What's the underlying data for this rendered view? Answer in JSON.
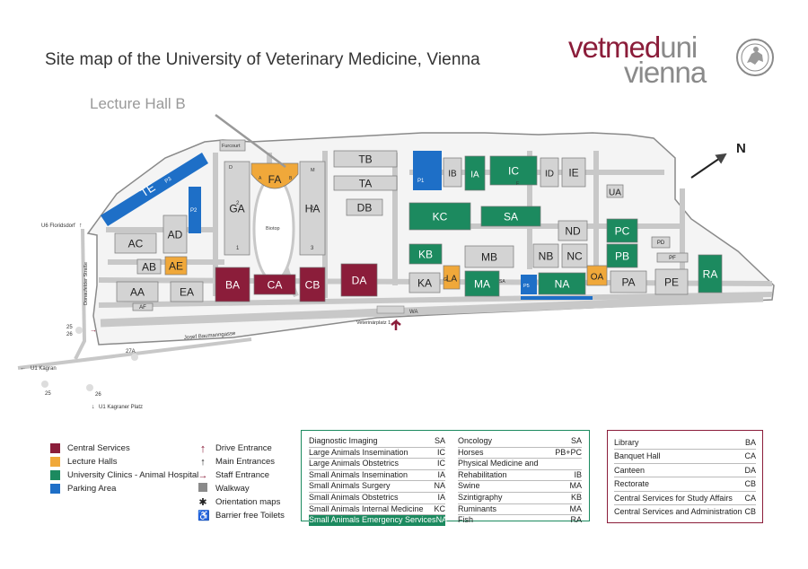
{
  "page": {
    "title": "Site map of the University of Veterinary Medicine, Vienna",
    "logo_part1": "vetmed",
    "logo_part2": "uni",
    "logo_part3": "vienna",
    "callout": "Lecture Hall B",
    "north": "N"
  },
  "colors": {
    "central": "#8b1d3a",
    "lecture": "#f0a83a",
    "clinic": "#1c8a5f",
    "parking": "#1e6fc7",
    "walkway": "#c8c8c8",
    "building": "#d3d3d3",
    "drive": "#8b1d3a"
  },
  "buildings": [
    {
      "id": "b-ac",
      "label": "AC",
      "type": "building"
    },
    {
      "id": "b-ad",
      "label": "AD",
      "type": "building"
    },
    {
      "id": "b-ab",
      "label": "AB",
      "type": "building"
    },
    {
      "id": "b-ae",
      "label": "AE",
      "type": "lecture"
    },
    {
      "id": "b-aa",
      "label": "AA",
      "type": "building"
    },
    {
      "id": "b-ea",
      "label": "EA",
      "type": "building"
    },
    {
      "id": "b-af",
      "label": "AF",
      "type": "building"
    },
    {
      "id": "b-ga",
      "label": "GA",
      "type": "building"
    },
    {
      "id": "b-fa",
      "label": "FA",
      "type": "lecture"
    },
    {
      "id": "b-ha",
      "label": "HA",
      "type": "building"
    },
    {
      "id": "b-ba",
      "label": "BA",
      "type": "central"
    },
    {
      "id": "b-ca",
      "label": "CA",
      "type": "central"
    },
    {
      "id": "b-cb",
      "label": "CB",
      "type": "central"
    },
    {
      "id": "b-da",
      "label": "DA",
      "type": "central"
    },
    {
      "id": "b-tb",
      "label": "TB",
      "type": "building"
    },
    {
      "id": "b-ta",
      "label": "TA",
      "type": "building"
    },
    {
      "id": "b-db",
      "label": "DB",
      "type": "building"
    },
    {
      "id": "b-ib",
      "label": "IB",
      "type": "building"
    },
    {
      "id": "b-ia",
      "label": "IA",
      "type": "clinic"
    },
    {
      "id": "b-ic",
      "label": "IC",
      "type": "clinic"
    },
    {
      "id": "b-id",
      "label": "ID",
      "type": "building"
    },
    {
      "id": "b-ie",
      "label": "IE",
      "type": "building"
    },
    {
      "id": "b-kc",
      "label": "KC",
      "type": "clinic"
    },
    {
      "id": "b-sa",
      "label": "SA",
      "type": "clinic"
    },
    {
      "id": "b-kb",
      "label": "KB",
      "type": "clinic"
    },
    {
      "id": "b-mb",
      "label": "MB",
      "type": "building"
    },
    {
      "id": "b-ka",
      "label": "KA",
      "type": "building"
    },
    {
      "id": "b-la",
      "label": "LA",
      "type": "lecture"
    },
    {
      "id": "b-ma",
      "label": "MA",
      "type": "clinic"
    },
    {
      "id": "b-nd",
      "label": "ND",
      "type": "building"
    },
    {
      "id": "b-nb",
      "label": "NB",
      "type": "building"
    },
    {
      "id": "b-nc",
      "label": "NC",
      "type": "building"
    },
    {
      "id": "b-na",
      "label": "NA",
      "type": "clinic"
    },
    {
      "id": "b-oa",
      "label": "OA",
      "type": "lecture"
    },
    {
      "id": "b-pc",
      "label": "PC",
      "type": "clinic"
    },
    {
      "id": "b-pb",
      "label": "PB",
      "type": "clinic"
    },
    {
      "id": "b-pa",
      "label": "PA",
      "type": "building"
    },
    {
      "id": "b-pe",
      "label": "PE",
      "type": "building"
    },
    {
      "id": "b-ra",
      "label": "RA",
      "type": "clinic"
    },
    {
      "id": "b-ua",
      "label": "UA",
      "type": "building"
    },
    {
      "id": "b-pd",
      "label": "PD",
      "type": "building"
    },
    {
      "id": "b-pf",
      "label": "PF",
      "type": "building"
    }
  ],
  "parking": [
    {
      "id": "p-p1",
      "label": "P1"
    },
    {
      "id": "p-p2",
      "label": "P2"
    },
    {
      "id": "p-p3",
      "label": "P3"
    },
    {
      "id": "p-p5",
      "label": "P5"
    }
  ],
  "map_labels": {
    "te": "TE",
    "furcourt": "Furcourt",
    "biotop": "Biotop",
    "u6": "U6 Floridsdorf",
    "donau": "Donaufelder Straße",
    "josef": "Josef Baumanngasse",
    "u1k": "U1 Kagran",
    "u1kp": "U1 Kagraner Platz",
    "veterinaer": "Veterinärplatz 1",
    "wa": "WA",
    "bus25a": "25",
    "bus26a": "26",
    "bus27a": "27A",
    "bus25b": "25",
    "bus26b": "26",
    "ga2": "2",
    "ga1": "1",
    "ha2": "2",
    "ha3": "3",
    "d": "D",
    "m": "M",
    "a": "A",
    "b": "B",
    "f": "F",
    "g": "G",
    "sa_small": "SA"
  },
  "legend_colors": [
    {
      "label": "Central Services",
      "color": "#8b1d3a"
    },
    {
      "label": "Lecture Halls",
      "color": "#f0a83a"
    },
    {
      "label": "University Clinics - Animal Hospital",
      "color": "#1c8a5f"
    },
    {
      "label": "Parking Area",
      "color": "#1e6fc7"
    }
  ],
  "legend_symbols": [
    {
      "label": "Drive Entrance",
      "icon": "drive-entrance-icon"
    },
    {
      "label": "Main Entrances",
      "icon": "main-entrance-icon"
    },
    {
      "label": "Staff Entrance",
      "icon": "staff-entrance-icon"
    },
    {
      "label": "Walkway",
      "icon": "walkway-icon"
    },
    {
      "label": "Orientation maps",
      "icon": "orientation-map-icon"
    },
    {
      "label": "Barrier free Toilets",
      "icon": "wheelchair-icon"
    }
  ],
  "clinics_col1": [
    {
      "name": "Diagnostic Imaging",
      "code": "SA"
    },
    {
      "name": "Large Animals Insemination",
      "code": "IC"
    },
    {
      "name": "Large Animals Obstetrics",
      "code": "IC"
    },
    {
      "name": "Small Animals Insemination",
      "code": "IA"
    },
    {
      "name": "Small Animals Surgery",
      "code": "NA"
    },
    {
      "name": "Small Animals Obstetrics",
      "code": "IA"
    },
    {
      "name": "Small Animals Internal Medicine",
      "code": "KC"
    },
    {
      "name": "Small Animals Emergency Services",
      "code": "NA"
    }
  ],
  "clinics_col2": [
    {
      "name": "Oncology",
      "code": "SA"
    },
    {
      "name": "Horses",
      "code": "PB+PC"
    },
    {
      "name": "Physical Medicine and",
      "code": ""
    },
    {
      "name": "Rehabilitation",
      "code": "IB"
    },
    {
      "name": "Swine",
      "code": "MA"
    },
    {
      "name": "Szintigraphy",
      "code": "KB"
    },
    {
      "name": "Ruminants",
      "code": "MA"
    },
    {
      "name": "Fish",
      "code": "RA"
    }
  ],
  "services": [
    {
      "name": "Library",
      "code": "BA"
    },
    {
      "name": "Banquet Hall",
      "code": "CA"
    },
    {
      "name": "Canteen",
      "code": "DA"
    },
    {
      "name": "Rectorate",
      "code": "CB"
    },
    {
      "name": "Central Services for Study Affairs",
      "code": "CA"
    },
    {
      "name": "Central Services and Administration",
      "code": "CB"
    }
  ]
}
